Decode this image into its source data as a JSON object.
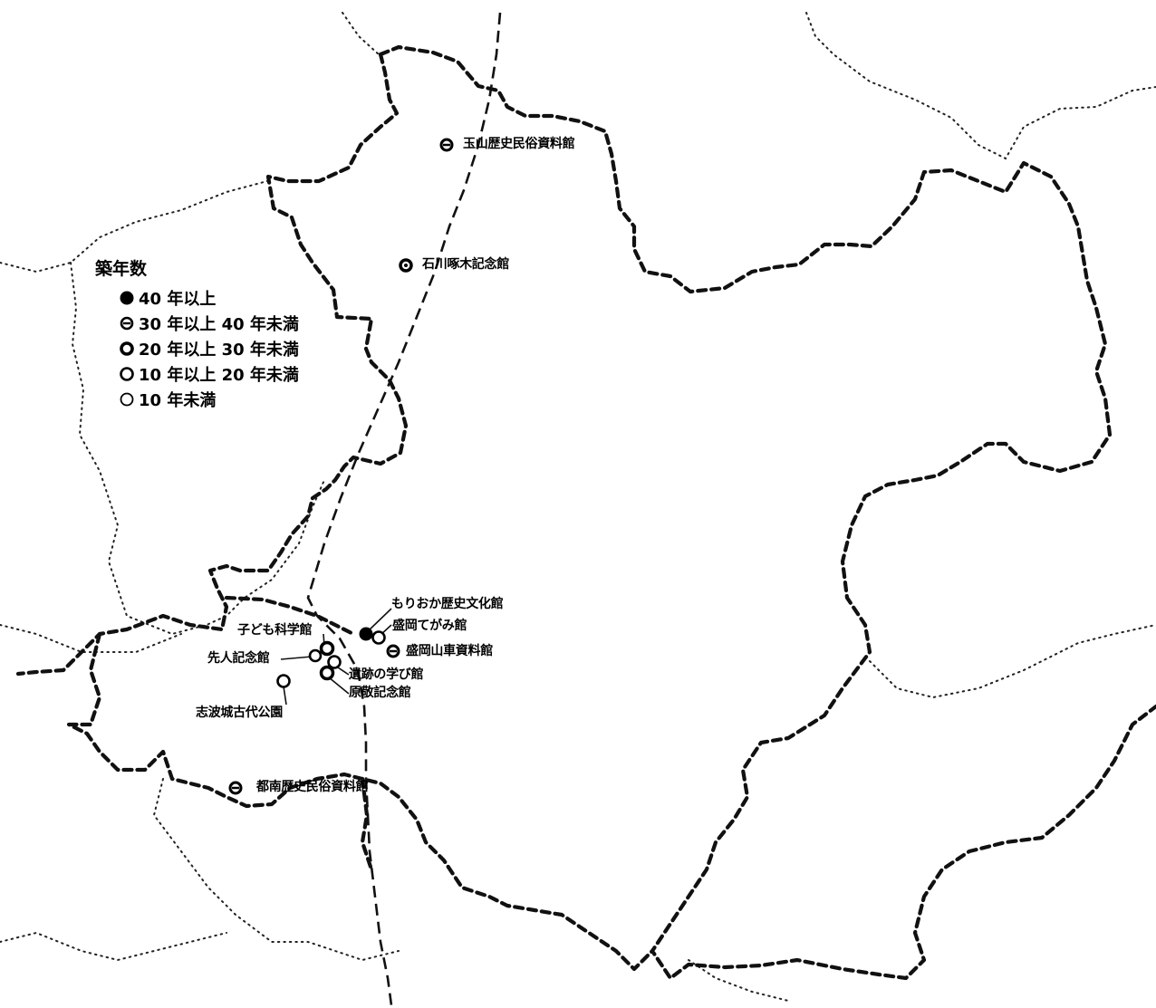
{
  "legend": {
    "title": "築年数",
    "items": [
      {
        "symbol": "filled",
        "label": "40 年以上"
      },
      {
        "symbol": "barred",
        "label": "30 年以上 40 年未満"
      },
      {
        "symbol": "thick-ring",
        "label": "20 年以上 30 年未満"
      },
      {
        "symbol": "ring",
        "label": "10 年以上 20 年未満"
      },
      {
        "symbol": "thin-ring",
        "label": "10 年未満"
      }
    ]
  },
  "facilities": [
    {
      "id": "tamayama",
      "label": "玉山歴史民俗資料館",
      "category": "30 年以上 40 年未満"
    },
    {
      "id": "takuboku",
      "label": "石川啄木記念館",
      "category": "20 年以上 30 年未満"
    },
    {
      "id": "rekishi-bunka",
      "label": "もりおか歴史文化館",
      "category": "40 年以上"
    },
    {
      "id": "tegami",
      "label": "盛岡てがみ館",
      "category": "10 年以上 20 年未満"
    },
    {
      "id": "sanchu",
      "label": "盛岡山車資料館",
      "category": "30 年以上 40 年未満"
    },
    {
      "id": "kodomo",
      "label": "子ども科学館",
      "category": "20 年以上 30 年未満"
    },
    {
      "id": "senjin",
      "label": "先人記念館",
      "category": "10 年以上 20 年未満"
    },
    {
      "id": "iseki",
      "label": "遺跡の学び館",
      "category": "10 年以上 20 年未満"
    },
    {
      "id": "hara",
      "label": "原敬記念館",
      "category": "20 年以上 30 年未満"
    },
    {
      "id": "shiwajo",
      "label": "志波城古代公園",
      "category": "10 年以上 20 年未満"
    },
    {
      "id": "tonan",
      "label": "都南歴史民俗資料館",
      "category": "30 年以上 40 年未満"
    }
  ]
}
